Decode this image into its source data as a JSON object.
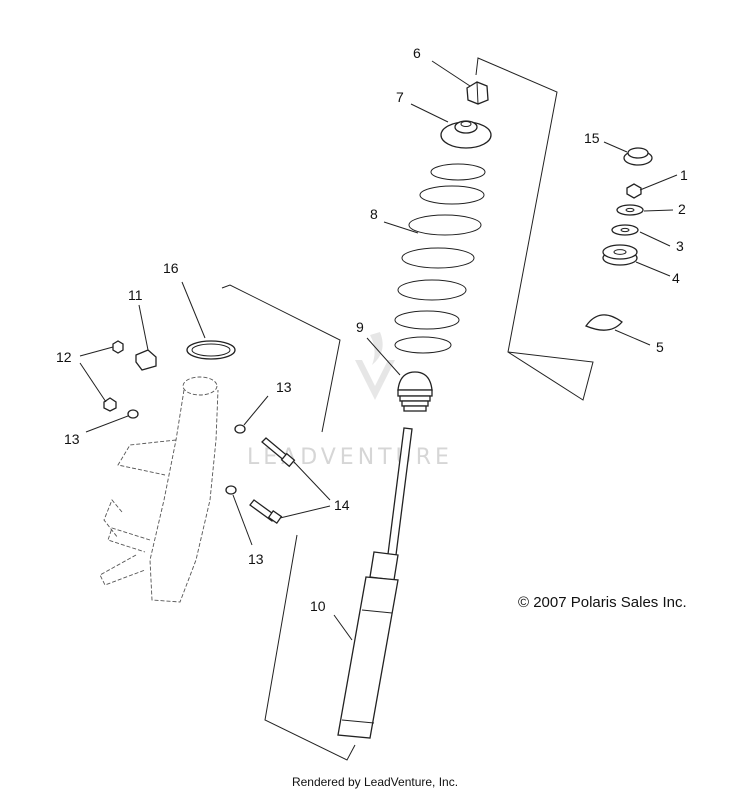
{
  "labels": {
    "l1": "1",
    "l2": "2",
    "l3": "3",
    "l4": "4",
    "l5": "5",
    "l6": "6",
    "l7": "7",
    "l8": "8",
    "l9": "9",
    "l10": "10",
    "l11": "11",
    "l12": "12",
    "l13a": "13",
    "l13b": "13",
    "l13c": "13",
    "l14": "14",
    "l15": "15",
    "l16": "16"
  },
  "watermark": "LEADVENTURE",
  "copyright": "© 2007 Polaris Sales Inc.",
  "footer": "Rendered by LeadVenture, Inc.",
  "colors": {
    "ink": "#222222",
    "watermark": "#d6d6d6"
  }
}
